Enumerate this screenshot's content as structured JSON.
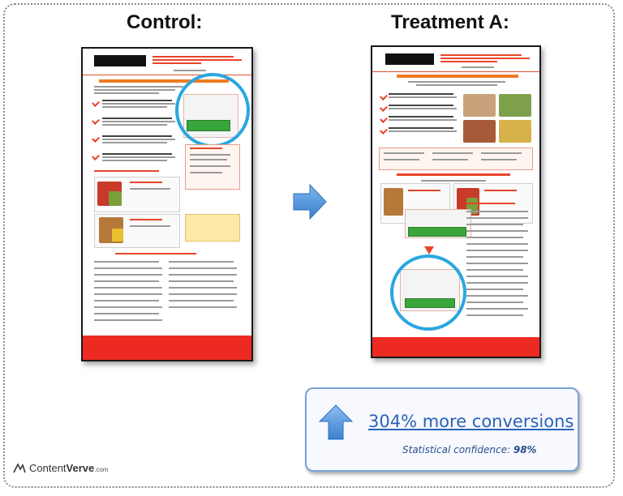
{
  "headings": {
    "control": "Control:",
    "treatment": "Treatment A:"
  },
  "result": {
    "headline": "304% more conversions",
    "confidence_label": "Statistical confidence: ",
    "confidence_value": "98%"
  },
  "brand": {
    "name_prefix": "Content",
    "name_bold": "Verve",
    "suffix": ".com",
    "logo_icon": "contentverve-logo-icon"
  },
  "colors": {
    "arrow": "#4a8fd8",
    "highlight_circle": "#29a7e0",
    "footer_red": "#ec2a22",
    "cta_green": "#3aa53a"
  },
  "icons": {
    "transition": "right-arrow-icon",
    "increase": "up-arrow-icon"
  }
}
